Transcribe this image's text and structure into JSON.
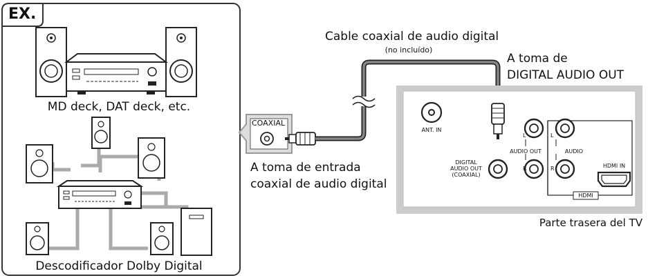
{
  "example_label": "EX.",
  "devices": {
    "md_dat_label": "MD deck, DAT deck, etc.",
    "dolby_label": "Descodificador Dolby Digital"
  },
  "input": {
    "coaxial_label": "COAXIAL",
    "caption_line1": "A toma de entrada",
    "caption_line2": "coaxial de audio digital"
  },
  "cable": {
    "label": "Cable coaxial de audio digital",
    "note": "(no incluído)"
  },
  "output": {
    "caption_line1": "A toma de",
    "caption_line2": "DIGITAL AUDIO OUT"
  },
  "tv_panel": {
    "ant_in": "ANT. IN",
    "digital_l1": "DIGITAL",
    "digital_l2": "AUDIO OUT",
    "digital_l3": "(COAXIAL)",
    "left": "L",
    "right": "R",
    "audio_out": "AUDIO OUT",
    "left2": "L",
    "right2": "R",
    "audio": "AUDIO",
    "hdmi_in": "HDMI IN",
    "hdmi": "HDMI",
    "caption": "Parte trasera del TV"
  }
}
